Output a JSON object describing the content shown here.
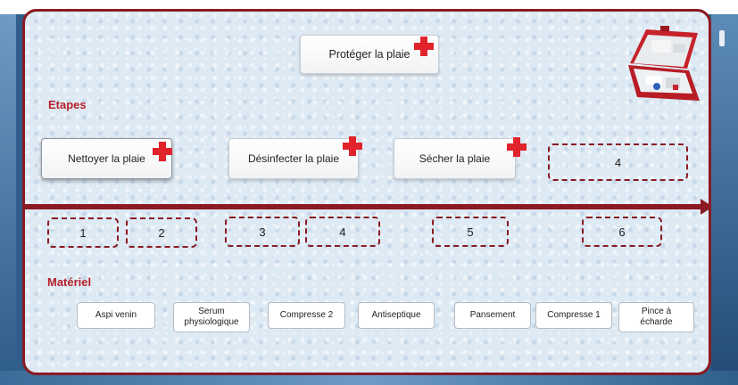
{
  "protect_button": {
    "label": "Protéger la plaie"
  },
  "sections": {
    "steps": "Etapes",
    "material": "Matériel"
  },
  "steps": [
    {
      "label": "Nettoyer la plaie",
      "selected": true
    },
    {
      "label": "Désinfecter la plaie",
      "selected": false
    },
    {
      "label": "Sécher la plaie",
      "selected": false
    }
  ],
  "top_slot": {
    "label": "4"
  },
  "drop_slots": [
    "1",
    "2",
    "3",
    "4",
    "5",
    "6"
  ],
  "materials": [
    {
      "label": "Aspi venin"
    },
    {
      "label": "Serum physiologique"
    },
    {
      "label": "Compresse 2"
    },
    {
      "label": "Antiseptique"
    },
    {
      "label": "Pansement"
    },
    {
      "label": "Compresse 1"
    },
    {
      "label": "Pince à écharde"
    }
  ],
  "colors": {
    "frame": "#8b1a22",
    "cross": "#e1232b",
    "heading": "#b8202a"
  },
  "icons": {
    "first_aid_kit": "first-aid-kit-icon",
    "cross": "red-cross-icon"
  }
}
